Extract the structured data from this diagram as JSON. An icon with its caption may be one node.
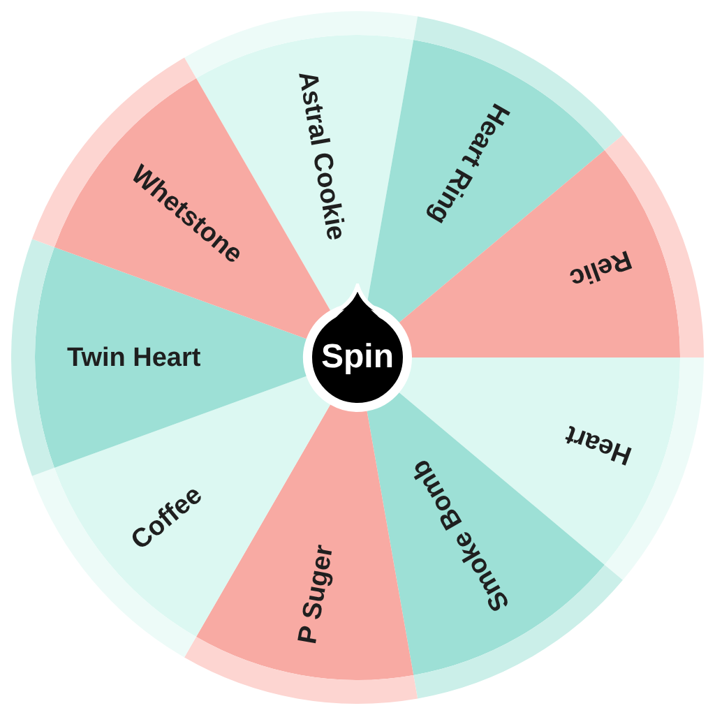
{
  "diagram": {
    "nodes": [
      {
        "text": [
          "Astral Cookie"
        ]
      },
      {
        "text": [
          "Heart Ring"
        ]
      },
      {
        "text": [
          "Relic"
        ]
      },
      {
        "text": [
          "Heart"
        ]
      },
      {
        "text": [
          "Smoke Bomb"
        ]
      },
      {
        "text": [
          "P Suger"
        ]
      },
      {
        "text": [
          "Coffee"
        ]
      },
      {
        "text": [
          "Twin Heart"
        ]
      },
      {
        "text": [
          "Whetstone"
        ]
      },
      {
        "text": [
          "Spin"
        ]
      }
    ]
  }
}
